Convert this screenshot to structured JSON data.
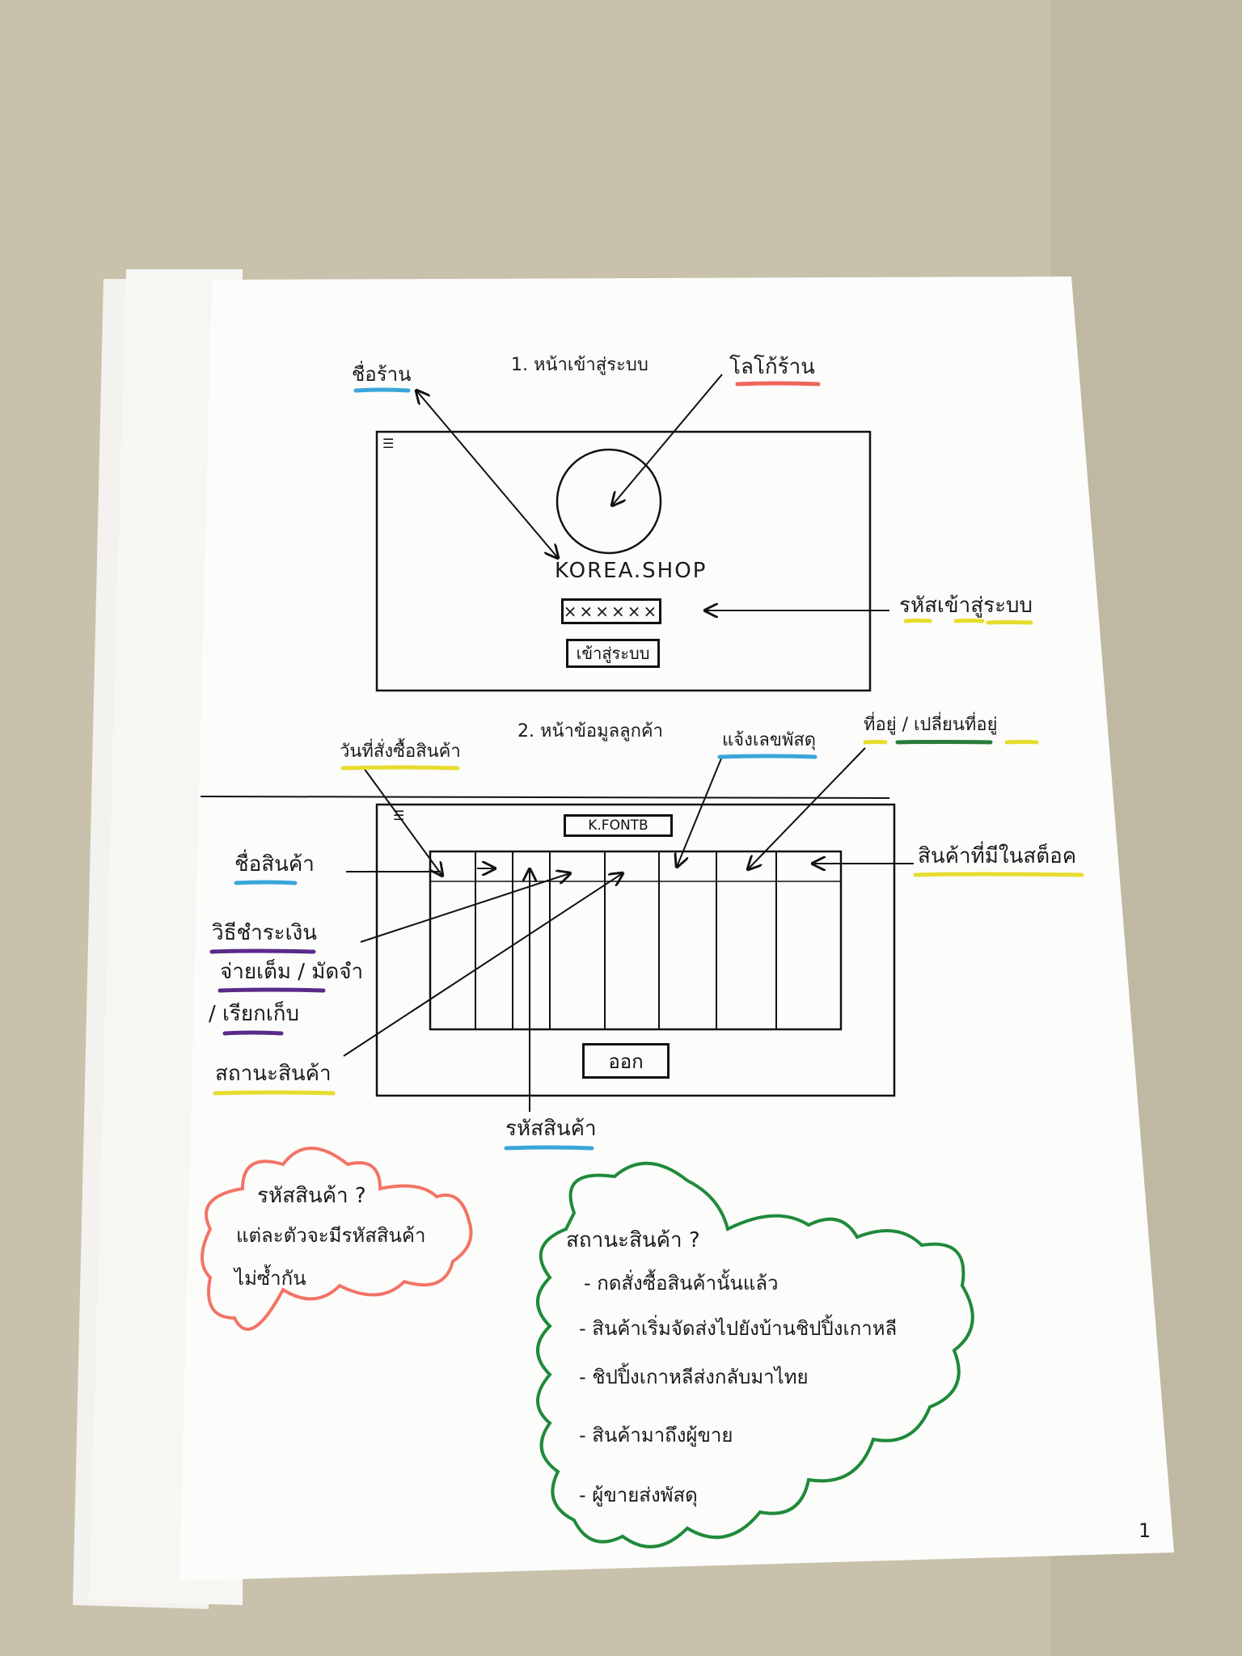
{
  "colors": {
    "highlight_blue": "#3aa6d8",
    "highlight_red": "#f0645a",
    "highlight_yellow": "#e6dc2e",
    "highlight_purple": "#5a2a8a",
    "highlight_green": "#2a7a3a",
    "cloud_red": "#f27466",
    "cloud_green": "#1f8a3a"
  },
  "section1": {
    "title": "1. หน้าเข้าสู่ระบบ",
    "shop_name_label": "ชื่อร้าน",
    "logo_label": "โลโก้ร้าน",
    "shop_name": "KOREA.SHOP",
    "password_value": "××××××",
    "login_button": "เข้าสู่ระบบ",
    "password_label": "รหัสเข้าสู่ระบบ",
    "menu_icon": "hamburger-icon"
  },
  "section2": {
    "title": "2. หน้าข้อมูลลูกค้า",
    "order_date_label": "วันที่สั่งซื้อสินค้า",
    "tracking_label": "แจ้งเลขพัสดุ",
    "address_label": "ที่อยู่ / เปลี่ยนที่อยู่",
    "shop_header": "K.FONTB",
    "product_name_label": "ชื่อสินค้า",
    "stock_label": "สินค้าที่มีในสต็อค",
    "payment_label": [
      "วิธีชำระเงิน",
      "จ่ายเต็ม / มัดจำ",
      "/ เรียกเก็บ"
    ],
    "status_label": "สถานะสินค้า",
    "exit_button": "ออก",
    "product_code_label": "รหัสสินค้า",
    "menu_icon": "hamburger-icon"
  },
  "note_red": {
    "title": "รหัสสินค้า ?",
    "lines": [
      "แต่ละตัวจะมีรหัสสินค้า",
      "ไม่ซ้ำกัน"
    ]
  },
  "note_green": {
    "title": "สถานะสินค้า ?",
    "items": [
      "- กดสั่งซื้อสินค้านั้นแล้ว",
      "- สินค้าเริ่มจัดส่งไปยังบ้านชิปปิ้งเกาหลี",
      "- ชิปปิ้งเกาหลีส่งกลับมาไทย",
      "- สินค้ามาถึงผู้ขาย",
      "- ผู้ขายส่งพัสดุ"
    ]
  },
  "page_number": "1"
}
